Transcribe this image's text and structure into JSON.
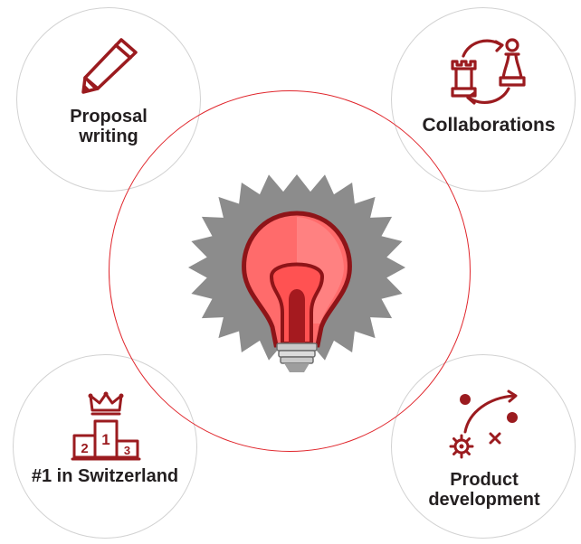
{
  "diagram": {
    "center": {
      "icon": "light-bulb-icon",
      "accent_color": "#e0252b"
    },
    "nodes": [
      {
        "id": "proposal",
        "icon": "pencil-icon",
        "label_lines": [
          "Proposal",
          "writing"
        ]
      },
      {
        "id": "collaborations",
        "icon": "chess-pieces-icon",
        "label_lines": [
          "Collaborations"
        ]
      },
      {
        "id": "switzerland",
        "icon": "podium-crown-icon",
        "label_lines": [
          "#1 in Switzerland"
        ]
      },
      {
        "id": "product",
        "icon": "strategy-play-icon",
        "label_lines": [
          "Product",
          "development"
        ]
      }
    ],
    "podium_numbers": [
      "1",
      "2",
      "3"
    ],
    "colors": {
      "icon_red": "#9b1b1f",
      "ring_gray": "#d2d2d2",
      "ring_red": "#e0252b",
      "text": "#231f20",
      "burst_gray": "#8c8c8c"
    }
  }
}
